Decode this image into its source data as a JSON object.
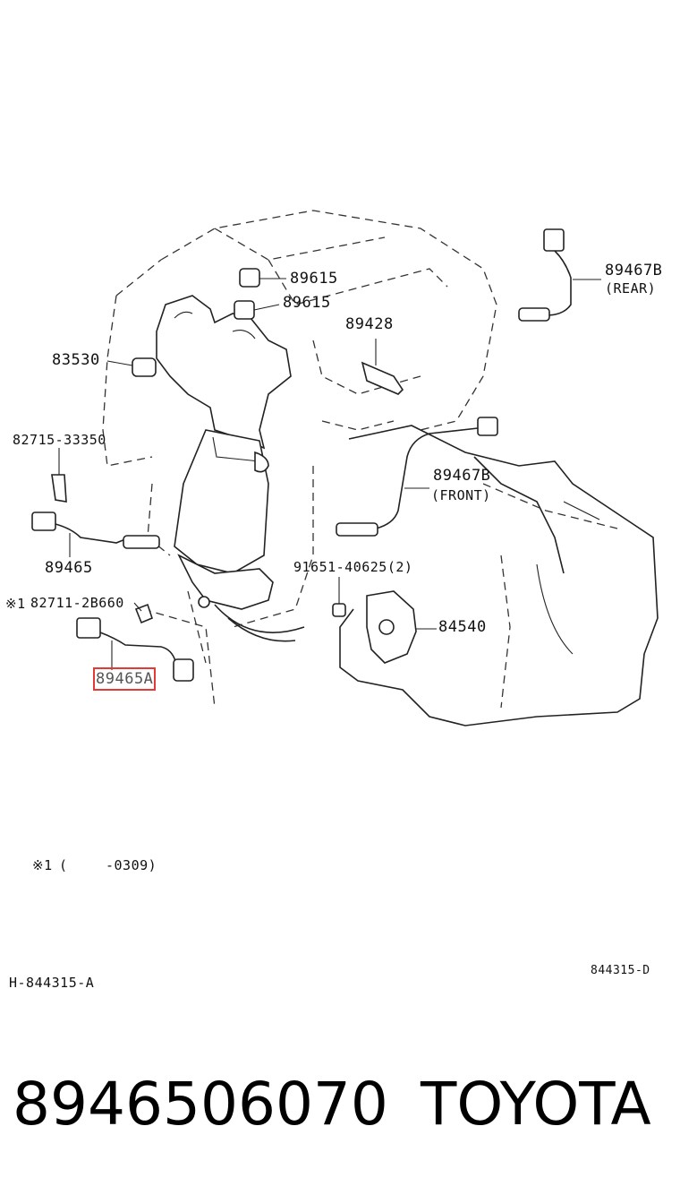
{
  "parts": {
    "p89615_upper": "89615",
    "p89615_lower": "89615",
    "p89428": "89428",
    "p83530": "83530",
    "p82715": "82715-33350",
    "p89465": "89465",
    "p82711": "82711-2B660",
    "p82711_mark": "※1",
    "p89465A": "89465A",
    "p89467B_rear": "89467B",
    "rear_label": "(REAR)",
    "p89467B_front": "89467B",
    "front_label": "(FRONT)",
    "p91651": "91651-40625(2)",
    "p84540": "84540"
  },
  "note": {
    "mark": "※1",
    "open": "(",
    "range": "-0309)"
  },
  "codes": {
    "left": "H-844315-A",
    "right": "844315-D"
  },
  "footer": {
    "part_number": "8946506070",
    "brand": "TOYOTA"
  },
  "highlight_color": "#e53935"
}
